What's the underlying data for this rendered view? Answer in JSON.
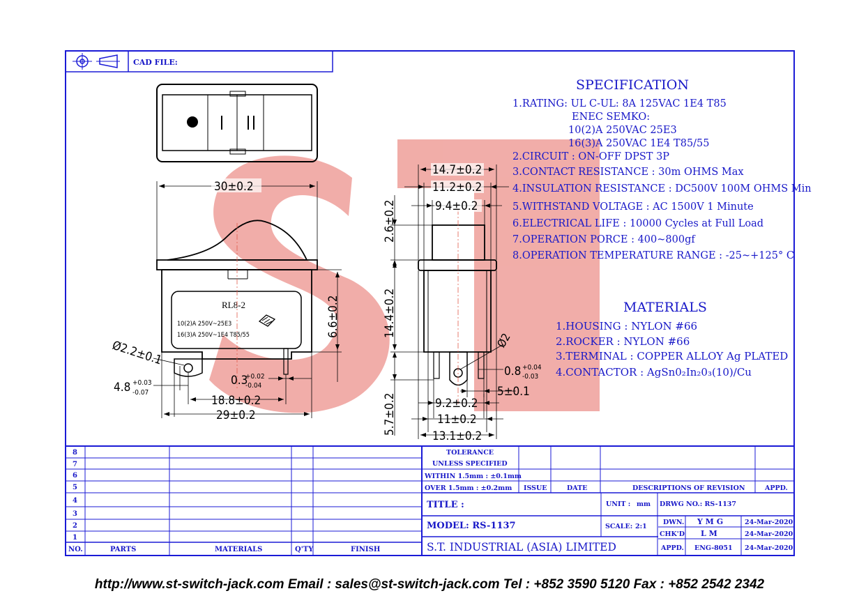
{
  "header": {
    "cad_file_label": "CAD FILE:"
  },
  "watermark": {
    "letters": "ST"
  },
  "front_view": {
    "part_label": "RL8-2",
    "rating_line1": "10(2)A  250V~25E3",
    "rating_line2": "16(3)A  250V~1E4  T85/55",
    "dims": {
      "width_top": "30±0.2",
      "height_body": "6.6±0.2",
      "hole_dia": "Ø2.2±0.1",
      "hole_offset_base": "4.8",
      "hole_offset_up": "+0.03",
      "hole_offset_down": "-0.07",
      "terminal_thk_base": "0.3",
      "terminal_thk_up": "+0.02",
      "terminal_thk_down": "-0.04",
      "pitch": "18.8±0.2",
      "base_width": "29±0.2"
    }
  },
  "side_view": {
    "dims": {
      "top_147": "14.7±0.2",
      "top_112": "11.2±0.2",
      "top_94": "9.4±0.2",
      "rocker_h": "2.6±0.2",
      "body_h": "14.4±0.2",
      "term_h": "5.7±0.2",
      "pin_dia": "Ø2",
      "term_thk_base": "0.8",
      "term_thk_up": "+0.04",
      "term_thk_down": "-0.03",
      "gap": "5±0.1",
      "bot_92": "9.2±0.2",
      "bot_11": "11±0.2",
      "bot_131": "13.1±0.2"
    }
  },
  "specification": {
    "title": "SPECIFICATION",
    "lines": [
      "1.RATING: UL C-UL: 8A 125VAC 1E4 T85",
      "ENEC SEMKO:",
      "10(2)A 250VAC 25E3",
      "16(3)A 250VAC 1E4 T85/55",
      "2.CIRCUIT : ON-OFF DPST 3P",
      "3.CONTACT RESISTANCE : 30m OHMS Max",
      "4.INSULATION RESISTANCE : DC500V 100M OHMS Min",
      "5.WITHSTAND VOLTAGE : AC 1500V 1 Minute",
      "6.ELECTRICAL LIFE : 10000 Cycles at Full Load",
      "7.OPERATION PORCE : 400~800gf",
      "8.OPERATION TEMPERATURE RANGE : -25~+125° C"
    ]
  },
  "materials": {
    "title": "MATERIALS",
    "lines": [
      "1.HOUSING : NYLON #66",
      "2.ROCKER : NYLON #66",
      "3.TERMINAL  : COPPER ALLOY Ag PLATED",
      "4.CONTACTOR : AgSn0₂In₂0₃(10)/Cu"
    ]
  },
  "parts_table": {
    "rows": [
      "8",
      "7",
      "6",
      "5",
      "4",
      "3",
      "2",
      "1"
    ],
    "headers": {
      "no": "NO.",
      "parts": "PARTS",
      "materials": "MATERIALS",
      "qty": "Q'TY",
      "finish": "FINISH"
    }
  },
  "title_block": {
    "tolerance_title": "TOLERANCE",
    "tolerance_sub": "UNLESS  SPECIFIED",
    "within": "WITHIN 1.5mm : ±0.1mm",
    "over": "OVER 1.5mm : ±0.2mm",
    "issue": "ISSUE",
    "date": "DATE",
    "descriptions": "DESCRIPTIONS OF REVISION",
    "appd_head": "APPD.",
    "title_label": "TITLE :",
    "unit_label": "UNIT :",
    "unit_value": "mm",
    "drwg_no": "DRWG NO.: RS-1137",
    "model": "MODEL: RS-1137",
    "scale_label": "SCALE:",
    "scale_value": "2:1",
    "dwn_label": "DWN.",
    "dwn_value": "Y M G",
    "dwn_date": "24-Mar-2020",
    "chkd_label": "CHK'D",
    "chkd_value": "L M",
    "chkd_date": "24-Mar-2020",
    "appd_label": "APPD.",
    "appd_value": "ENG-8051",
    "appd_date": "24-Mar-2020",
    "company": "S.T.  INDUSTRIAL  (ASIA)  LIMITED"
  },
  "footer": {
    "text": "http://www.st-switch-jack.com  Email : sales@st-switch-jack.com  Tel : +852 3590 5120  Fax : +852 2542 2342"
  },
  "colors": {
    "frame": "#1a1ad6",
    "watermark": "#e8776f",
    "text_blue": "#1818c8"
  }
}
